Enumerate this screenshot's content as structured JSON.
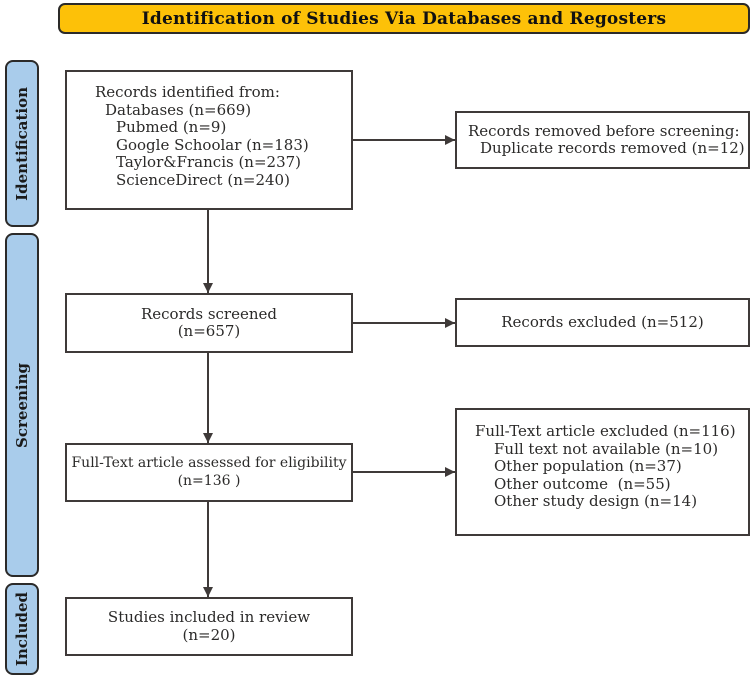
{
  "title": "Identification of Studies Via Databases and Regosters",
  "colors": {
    "title_bg": "#fdc108",
    "stage_bg": "#a9cceb",
    "box_border": "#3f3a39",
    "text": "#2b2a29"
  },
  "stages": {
    "identification": "Identification",
    "screening": "Screening",
    "included": "Included"
  },
  "boxes": {
    "identified": {
      "lines": [
        "Records identified from:",
        "Databases (n=669)",
        "Pubmed (n=9)",
        "Google Schoolar (n=183)",
        "Taylor&Francis (n=237)",
        "ScienceDirect (n=240)"
      ]
    },
    "removed": {
      "lines": [
        "Records removed before screening:",
        "Duplicate records removed (n=12)"
      ]
    },
    "screened": {
      "lines": [
        "Records screened",
        "(n=657)"
      ]
    },
    "excluded": {
      "lines": [
        "Records excluded (n=512)"
      ]
    },
    "fulltext": {
      "lines": [
        "Full-Text article assessed for eligibility",
        "(n=136 )"
      ]
    },
    "fulltext_excluded": {
      "lines": [
        "Full-Text article excluded (n=116)",
        "Full text not available (n=10)",
        "Other population (n=37)",
        "Other outcome  (n=55)",
        "Other study design (n=14)"
      ]
    },
    "included": {
      "lines": [
        "Studies included in review",
        "(n=20)"
      ]
    }
  }
}
